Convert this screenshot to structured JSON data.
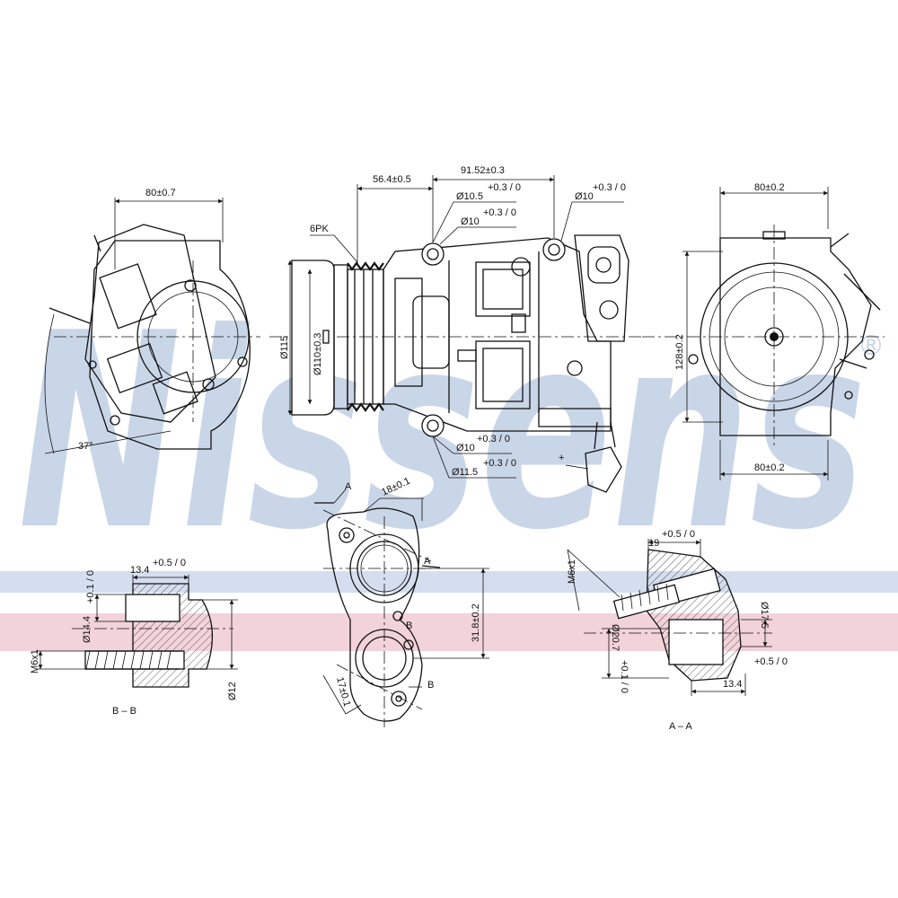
{
  "brand": {
    "watermark": "Nissens",
    "registered": "®",
    "colors": {
      "watermark": "#c9d6e8",
      "band_blue": "#d5deef",
      "band_red": "#f3d3da",
      "line": "#111111"
    }
  },
  "left_view": {
    "width_dim": "80±0.7",
    "angle_dim": "37°"
  },
  "side_view": {
    "pulley_label": "6PK",
    "offset_dim": "56.4±0.5",
    "span_dim": "91.52±0.3",
    "diameters": {
      "outer": "Ø115",
      "pulley": "Ø110±0.3",
      "hole_1": "Ø10.5",
      "hole_1_tol": "+0.3 / 0",
      "hole_2": "Ø10",
      "hole_2_tol": "+0.3 / 0",
      "hole_3": "Ø10",
      "hole_3_tol": "+0.3 / 0",
      "hole_4": "Ø10",
      "hole_4_tol": "+0.3 / 0",
      "hole_5": "Ø11.5",
      "hole_5_tol": "+0.3 / 0"
    },
    "connector_sign": "+"
  },
  "right_view": {
    "top_width": "80±0.2",
    "height": "128±0.2",
    "bottom_width": "80±0.2"
  },
  "flange_view": {
    "section_a": "A",
    "section_b": "B",
    "radius_dim": "18±0.1",
    "spacing_dim": "31.8±0.2",
    "side_dim": "17±0.1"
  },
  "section_bb": {
    "title": "B – B",
    "length_dim": "13.4",
    "length_tol": "+0.5 / 0",
    "bore_dim": "Ø14.4",
    "bore_tol": "+0.1 / 0",
    "thread": "M6x1",
    "outer_dim": "Ø12"
  },
  "section_aa": {
    "title": "A – A",
    "depth_dim": "19",
    "depth_tol": "+0.5 / 0",
    "thread": "M6x1",
    "bore_dim": "Ø20.7",
    "bore_tol": "+0.1 / 0",
    "outer_dim": "Ø17.5",
    "length_dim": "13.4",
    "length_tol": "+0.5 / 0"
  }
}
